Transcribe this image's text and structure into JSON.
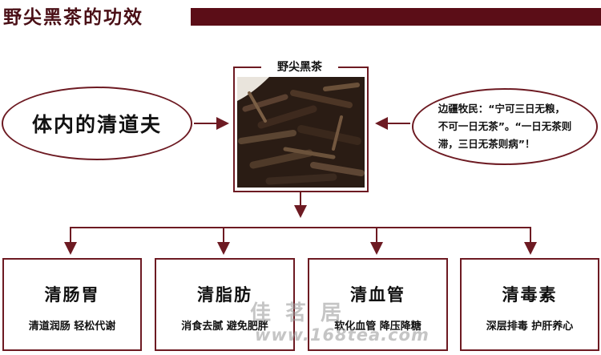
{
  "header": {
    "title": "野尖黑茶的功效"
  },
  "left_note": "体内的清道夫",
  "right_note": [
    "边疆牧民：“宁可三日无粮，",
    "不可一日无茶”。“一日无茶则",
    "滞，三日无茶则病”！"
  ],
  "center": {
    "label": "野尖黑茶"
  },
  "effects": [
    {
      "heading": "清肠胃",
      "detail": "清道润肠  轻松代谢"
    },
    {
      "heading": "清脂肪",
      "detail": "消食去腻  避免肥胖"
    },
    {
      "heading": "清血管",
      "detail": "软化血管  降压降糖"
    },
    {
      "heading": "清毒素",
      "detail": "深层排毒  护肝养心"
    }
  ],
  "watermark": {
    "text": "佳茗居",
    "url": "www.168tea.com"
  },
  "colors": {
    "accent": "#5b0d17",
    "line": "#6d1a22"
  }
}
